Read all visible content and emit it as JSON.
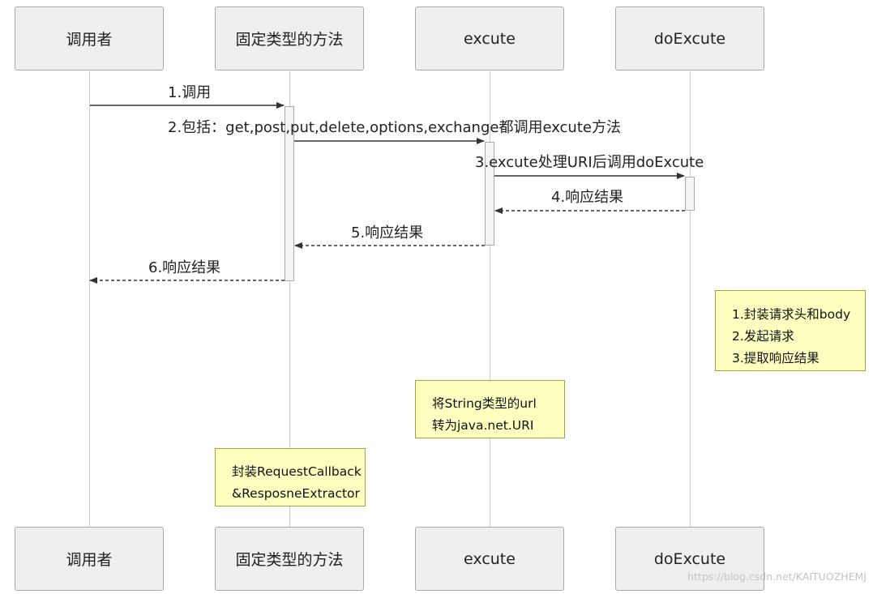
{
  "participants": [
    {
      "id": "caller",
      "label": "调用者"
    },
    {
      "id": "typed",
      "label": "固定类型的方法"
    },
    {
      "id": "excute",
      "label": "excute"
    },
    {
      "id": "doexcute",
      "label": "doExcute"
    }
  ],
  "messages": [
    {
      "label": "1.调用",
      "style": "solid"
    },
    {
      "label": "2.包括：get,post,put,delete,options,exchange都调用excute方法",
      "style": "solid"
    },
    {
      "label": "3.excute处理URI后调用doExcute",
      "style": "solid"
    },
    {
      "label": "4.响应结果",
      "style": "dashed"
    },
    {
      "label": "5.响应结果",
      "style": "dashed"
    },
    {
      "label": "6.响应结果",
      "style": "dashed"
    }
  ],
  "notes": {
    "callback": [
      "封装RequestCallback",
      "&ResposneExtractor"
    ],
    "url": [
      "将String类型的url",
      "转为java.net.URI"
    ],
    "request": [
      "1.封装请求头和body",
      "2.发起请求",
      "3.提取响应结果"
    ]
  },
  "watermark": "https://blog.csdn.net/KAITUOZHEMJ",
  "colors": {
    "actor_fill": "#efefef",
    "note_fill": "#ffffc0",
    "line": "#333333"
  }
}
